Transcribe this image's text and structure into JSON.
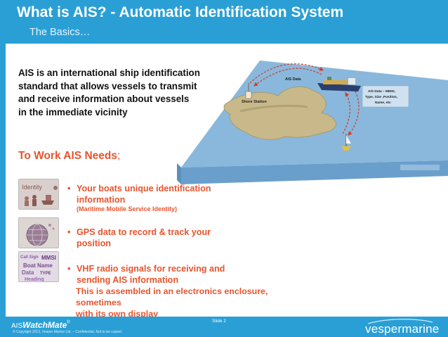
{
  "slide": {
    "title": "What is AIS? - Automatic Identification System",
    "subtitle": "The Basics…"
  },
  "intro": {
    "lines": [
      "AIS is an international ship identification",
      "standard that allows vessels to transmit",
      "and receive information about vessels",
      "in the  immediate vicinity"
    ]
  },
  "diagram": {
    "ais_data_label": "AIS Data",
    "shore_station_label": "Shore Station",
    "callout_lines": [
      "AIS Data – MMSI,",
      "Type, Size ,Position,",
      "Name, etc"
    ]
  },
  "needs": {
    "heading": "To Work AIS Needs",
    "heading_suffix": ";",
    "bullet_char": "•",
    "items": [
      {
        "lines": [
          "Your boats unique identification",
          "information"
        ],
        "note": "(Maritime Mobile Service Identity)",
        "thumb_label": "Identity",
        "thumb_icon": "boat-people-icon"
      },
      {
        "lines": [
          "GPS data to record & track your",
          "position"
        ],
        "thumb_icon": "globe-icon"
      },
      {
        "lines": [
          "VHF radio signals for receiving and",
          "sending AIS information"
        ],
        "extra_lines": [
          "This is assembled in an electronics enclosure, sometimes",
          "with its own display"
        ],
        "thumb_words": [
          "Call Sign",
          "MMSI",
          "Boat Name",
          "Data",
          "TYPE",
          "Heading"
        ]
      }
    ]
  },
  "footer": {
    "logo_prefix": "AIS",
    "logo_name": "WatchMate",
    "logo_tm": "®",
    "copyright": "© Copyright 2013, Vesper Marine Ltd. – Confidential, Not to be copied",
    "slide_label": "Slide 2",
    "brand": "vespermarine"
  },
  "colors": {
    "accent_blue": "#2a9fd6",
    "accent_orange": "#e8542d",
    "sea_blue": "#8ab8dc",
    "land": "#c9b98a"
  }
}
